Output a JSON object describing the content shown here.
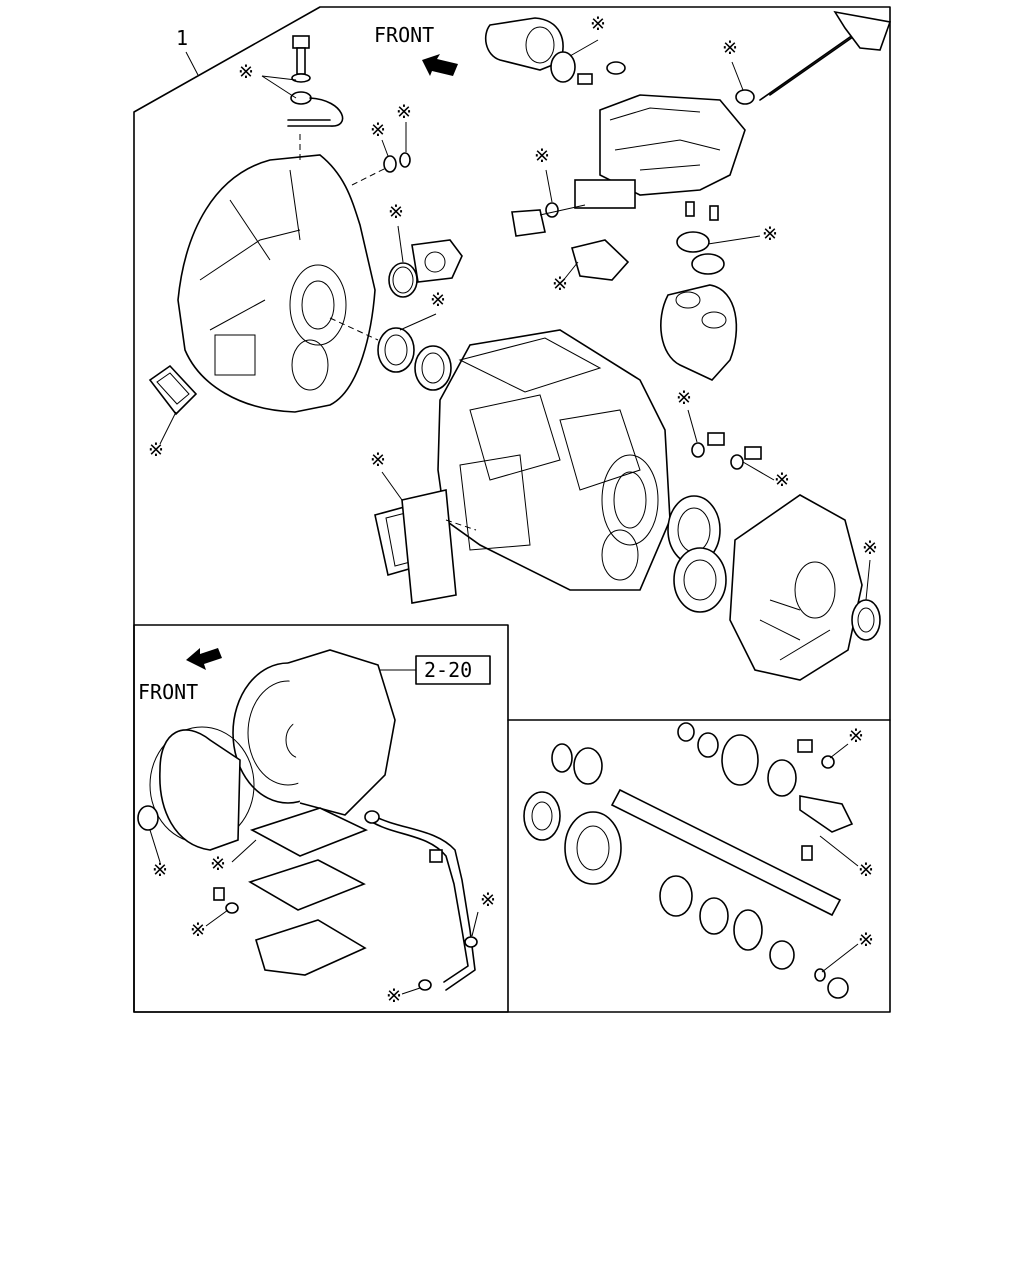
{
  "callouts": {
    "assembly_number": "1",
    "front_main": "FRONT",
    "front_inset": "FRONT",
    "page_ref": "2-20"
  },
  "marker_symbol": "※",
  "icons": [
    "front-arrow-icon",
    "replacement-part-marker-icon"
  ]
}
